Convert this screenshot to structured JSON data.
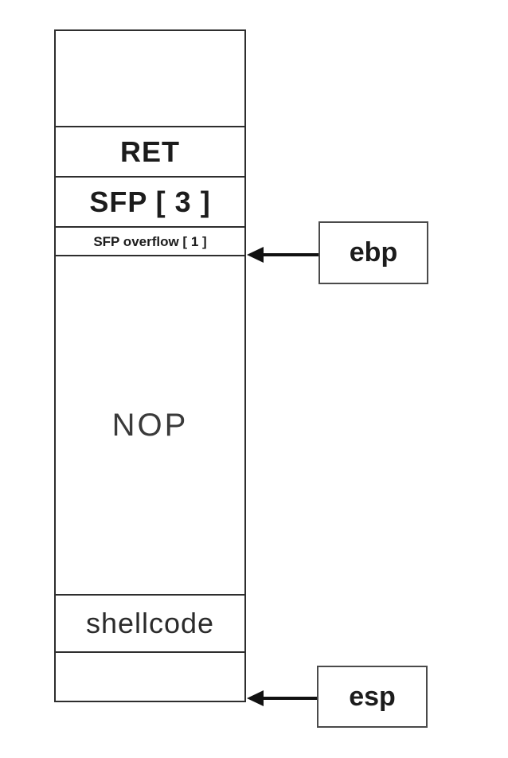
{
  "stack": {
    "segments": [
      {
        "name": "frame-top",
        "label": ""
      },
      {
        "name": "ret",
        "label": "RET"
      },
      {
        "name": "sfp",
        "label": "SFP [ 3 ]"
      },
      {
        "name": "sfp-overflow",
        "label": "SFP overflow [ 1 ]"
      },
      {
        "name": "nop-sled",
        "label": "NOP"
      },
      {
        "name": "shellcode",
        "label": "shellcode"
      },
      {
        "name": "frame-bottom",
        "label": ""
      }
    ]
  },
  "registers": {
    "ebp": {
      "label": "ebp"
    },
    "esp": {
      "label": "esp"
    }
  },
  "colors": {
    "background": "#ffffff",
    "stack_border": "#2e2e2e",
    "register_box_border": "#4a4a4a",
    "arrow": "#111111",
    "label_text": "#1c1c1c",
    "nop_text": "#3a3a3a"
  }
}
